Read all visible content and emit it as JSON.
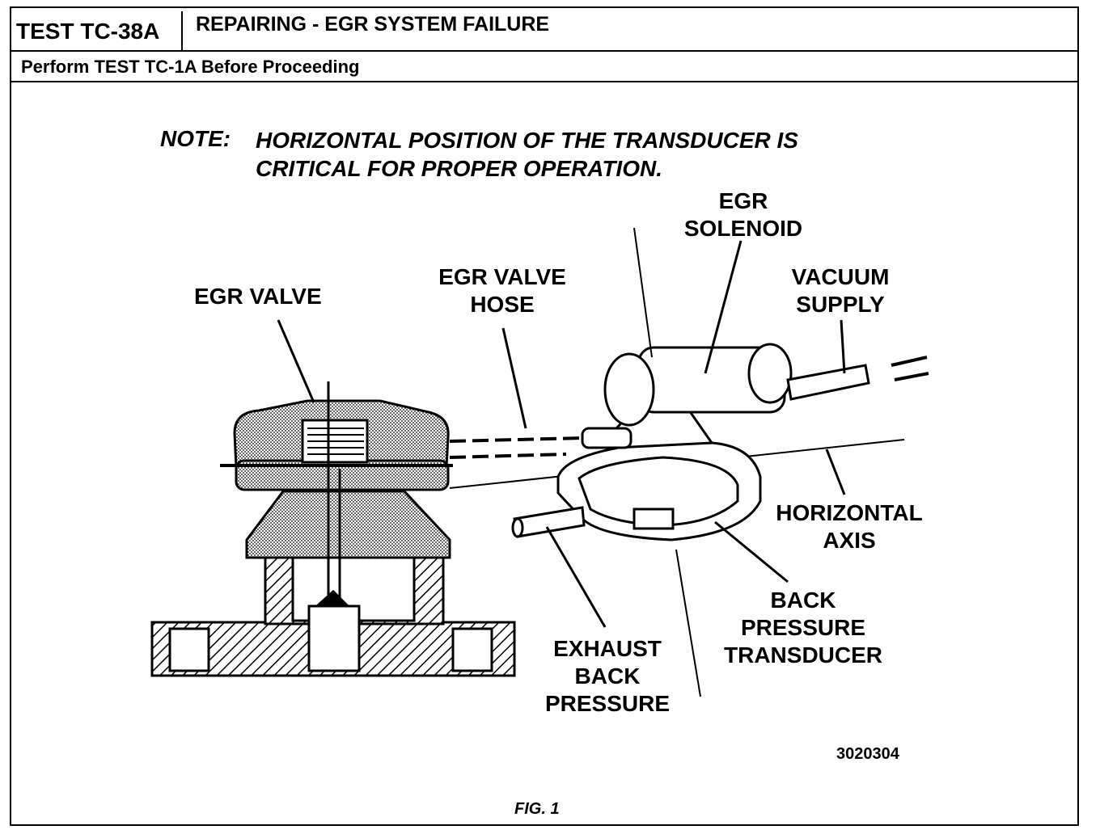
{
  "header": {
    "test_id": "TEST TC-38A",
    "title": "REPAIRING - EGR SYSTEM FAILURE",
    "prerequisite": "Perform TEST TC-1A Before Proceeding"
  },
  "note": {
    "label": "NOTE:",
    "text": "HORIZONTAL POSITION OF THE TRANSDUCER IS CRITICAL FOR PROPER OPERATION."
  },
  "labels": {
    "egr_valve": "EGR VALVE",
    "egr_valve_hose": "EGR VALVE HOSE",
    "egr_solenoid": "EGR SOLENOID",
    "vacuum_supply": "VACUUM SUPPLY",
    "horizontal_axis": "HORIZONTAL AXIS",
    "back_pressure_transducer": "BACK PRESSURE TRANSDUCER",
    "exhaust_back_pressure": "EXHAUST BACK PRESSURE"
  },
  "figure": {
    "id": "3020304",
    "caption": "FIG. 1"
  }
}
